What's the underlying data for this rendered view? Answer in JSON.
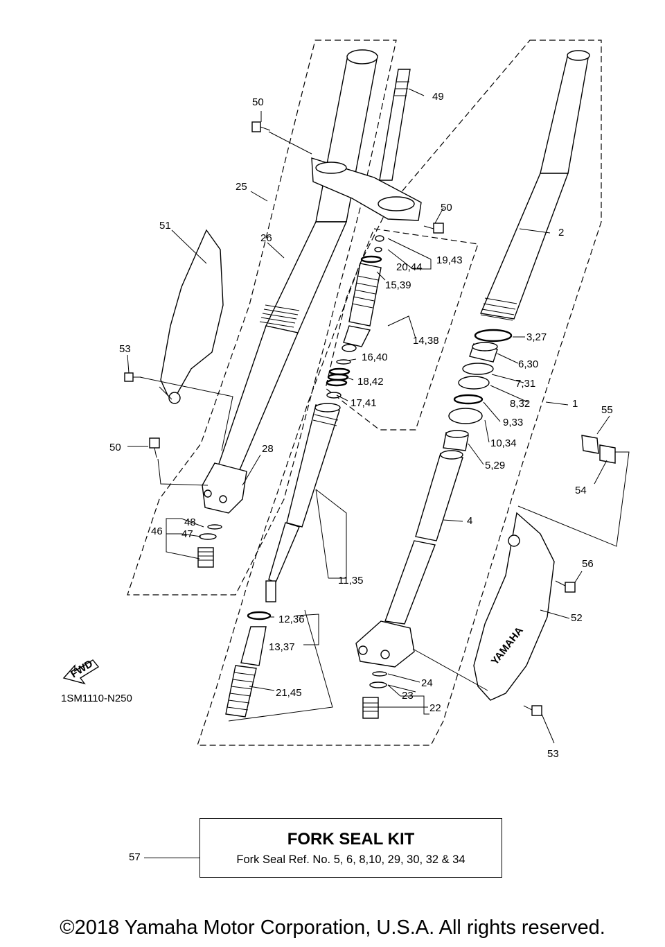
{
  "callouts": {
    "c1": "1",
    "c2": "2",
    "c4": "4",
    "c3_27": "3,27",
    "c6_30": "6,30",
    "c7_31": "7,31",
    "c8_32": "8,32",
    "c9_33": "9,33",
    "c10_34": "10,34",
    "c5_29": "5,29",
    "c11_35": "11,35",
    "c12_36": "12,36",
    "c13_37": "13,37",
    "c14_38": "14,38",
    "c15_39": "15,39",
    "c16_40": "16,40",
    "c17_41": "17,41",
    "c18_42": "18,42",
    "c19_43": "19,43",
    "c20_44": "20,44",
    "c21_45": "21,45",
    "c22": "22",
    "c23": "23",
    "c24": "24",
    "c25": "25",
    "c26": "26",
    "c28": "28",
    "c46": "46",
    "c47": "47",
    "c48": "48",
    "c49": "49",
    "c50a": "50",
    "c50b": "50",
    "c50c": "50",
    "c51": "51",
    "c52": "52",
    "c53a": "53",
    "c53b": "53",
    "c54": "54",
    "c55": "55",
    "c56": "56"
  },
  "fwd_label": "FWD",
  "drawing_code": "1SM1110-N250",
  "guard_text": "YAMAHA",
  "kit": {
    "ref": "57",
    "title": "FORK SEAL KIT",
    "subtitle": "Fork Seal Ref. No. 5, 6, 8,10, 29, 30, 32 & 34"
  },
  "copyright": "©2018 Yamaha Motor Corporation, U.S.A. All rights reserved."
}
